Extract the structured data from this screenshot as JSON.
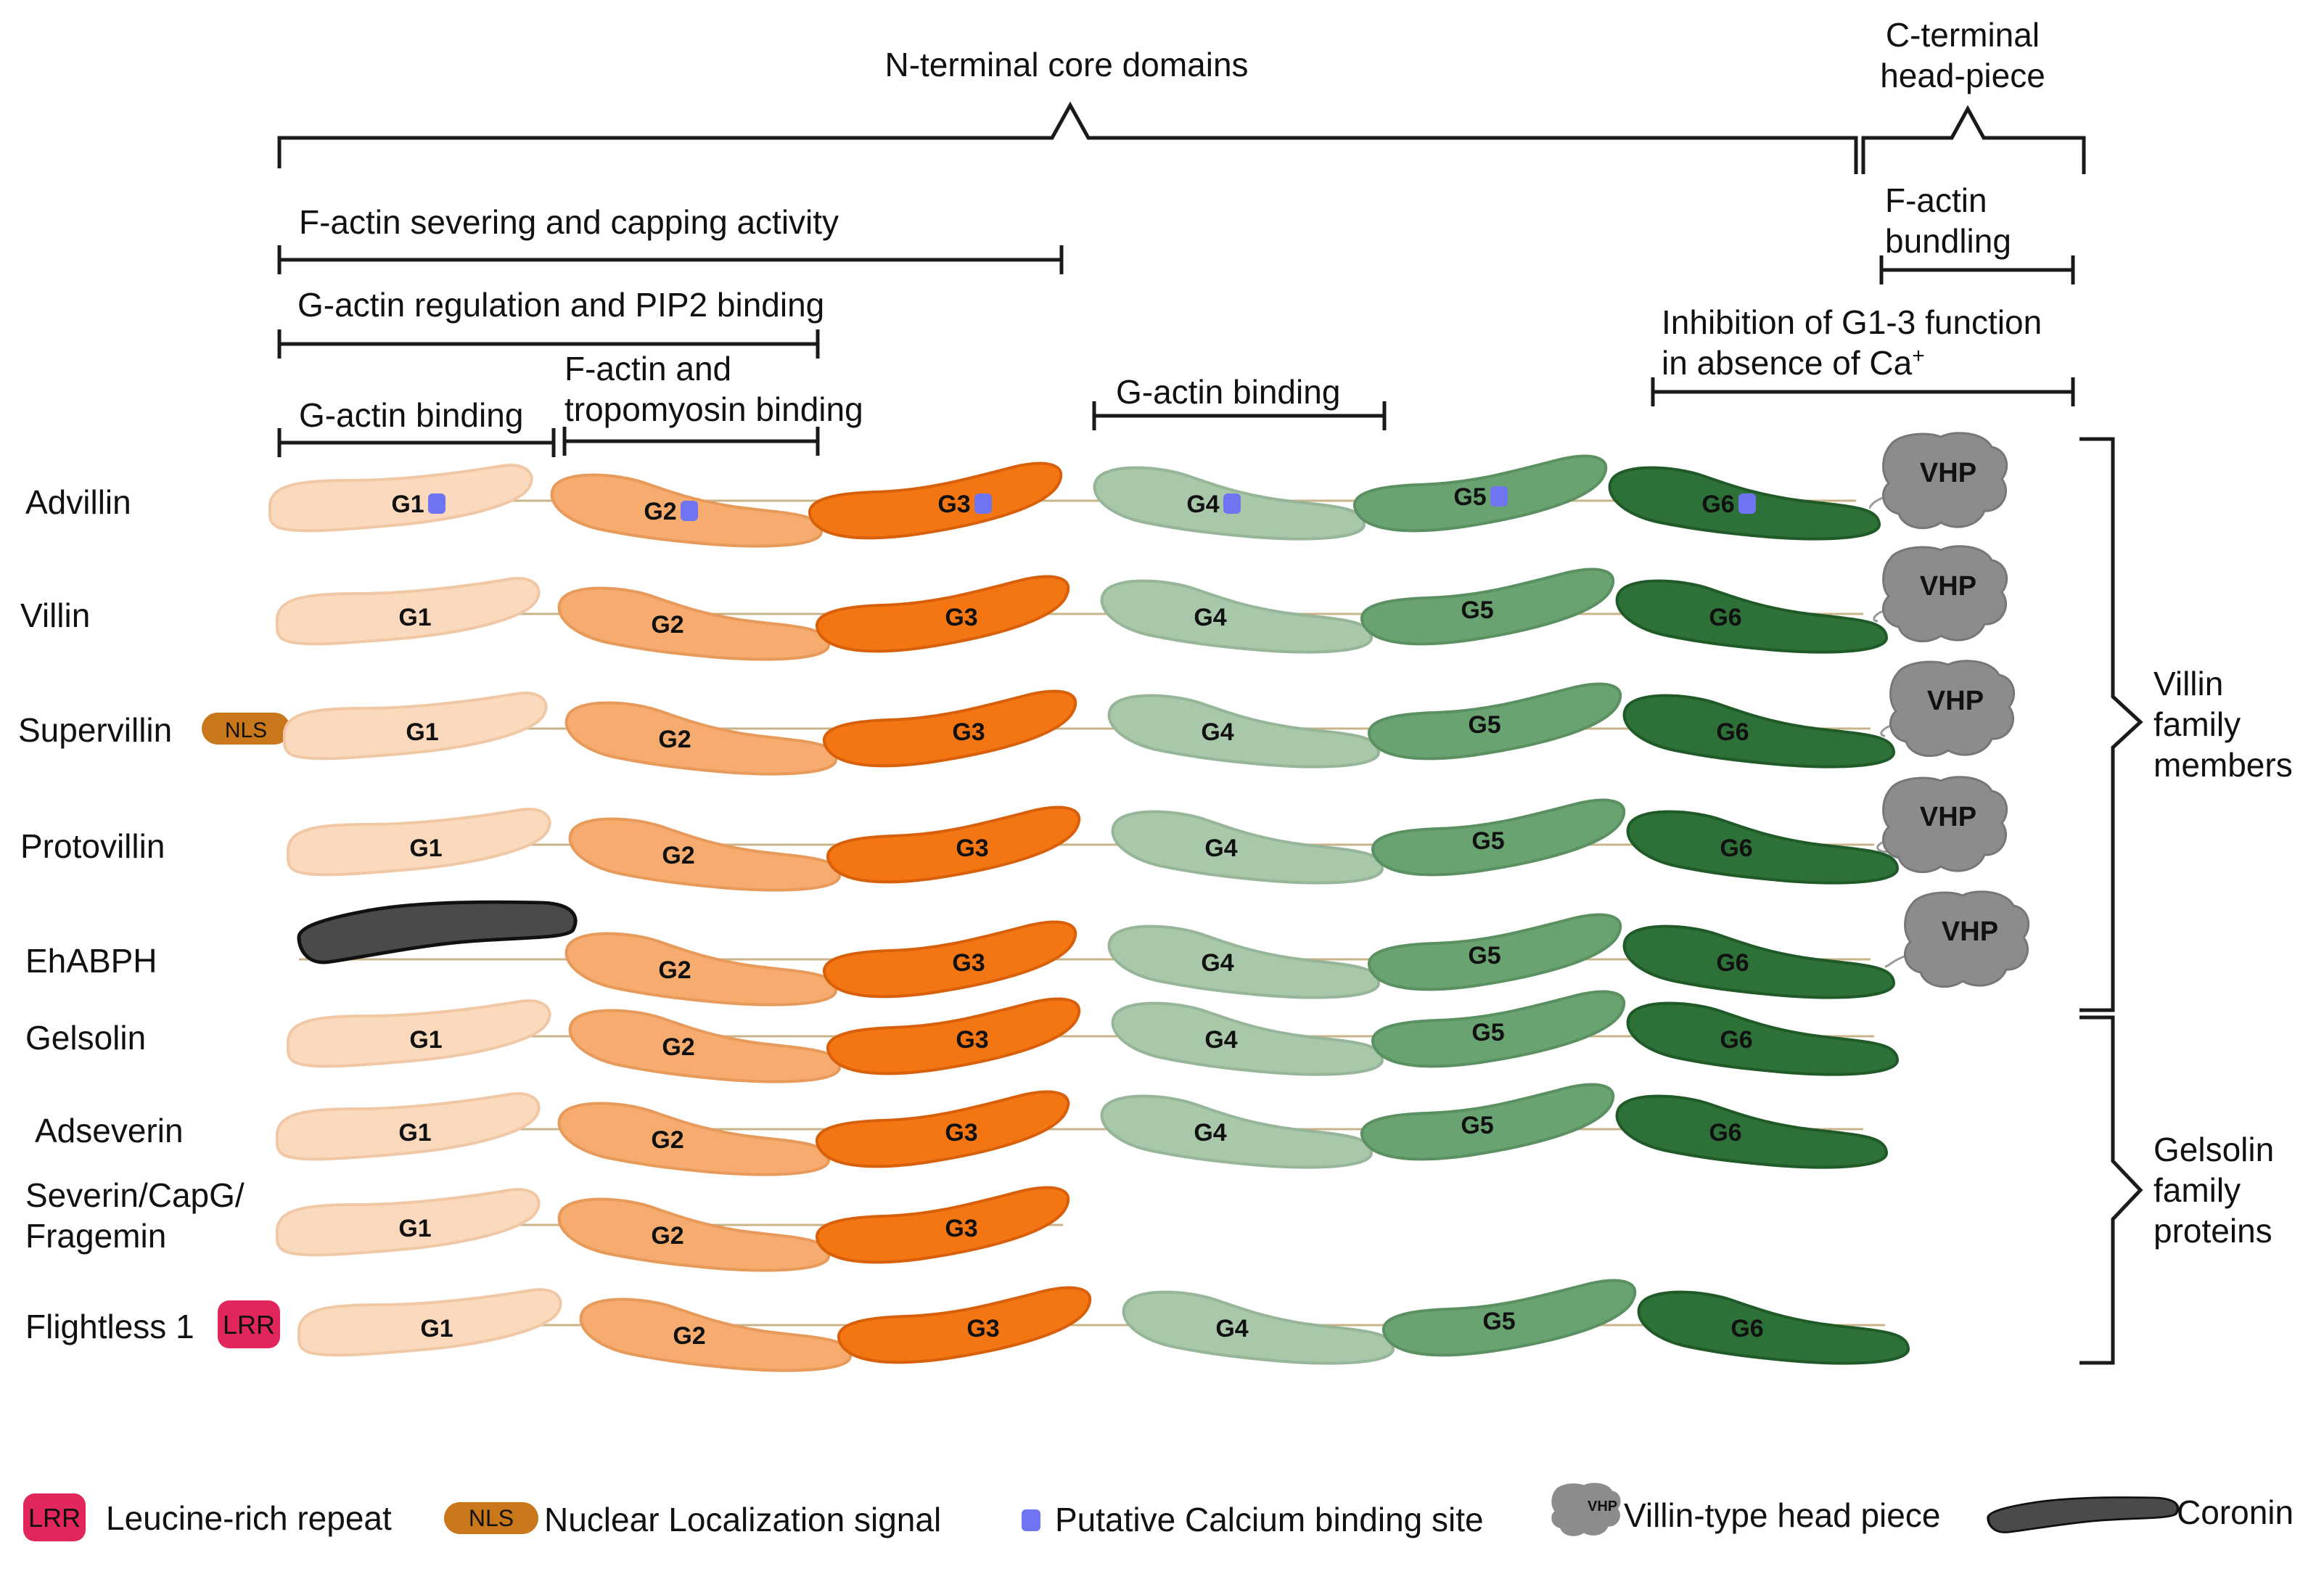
{
  "top_brackets": {
    "n_terminal": "N-terminal core domains",
    "c_terminal": [
      "C-terminal",
      "head-piece"
    ],
    "f_actin_bundling": [
      "F-actin",
      "bundling"
    ],
    "severing": "F-actin severing and capping activity",
    "g_actin_pip2": "G-actin regulation and PIP2 binding",
    "f_actin_tropomyosin": [
      "F-actin and",
      "tropomyosin binding"
    ],
    "g_actin_binding_1": "G-actin binding",
    "g_actin_binding_2": "G-actin binding",
    "inhibition": [
      "Inhibition of G1-3 function",
      "in absence of Ca"
    ],
    "inhibition_sup": "+"
  },
  "domains": {
    "g1": "G1",
    "g2": "G2",
    "g3": "G3",
    "g4": "G4",
    "g5": "G5",
    "g6": "G6",
    "vhp": "VHP",
    "nls": "NLS",
    "lrr": "LRR"
  },
  "rows": [
    {
      "label": "Advillin",
      "domains": [
        "G1",
        "G2",
        "G3",
        "G4",
        "G5",
        "G6"
      ],
      "vhp": true,
      "calcium": true
    },
    {
      "label": "Villin",
      "domains": [
        "G1",
        "G2",
        "G3",
        "G4",
        "G5",
        "G6"
      ],
      "vhp": true
    },
    {
      "label": "Supervillin",
      "domains": [
        "G1",
        "G2",
        "G3",
        "G4",
        "G5",
        "G6"
      ],
      "vhp": true,
      "prefix": "NLS"
    },
    {
      "label": "Protovillin",
      "domains": [
        "G1",
        "G2",
        "G3",
        "G4",
        "G5",
        "G6"
      ],
      "vhp": true
    },
    {
      "label": "EhABPH",
      "domains": [
        "Coronin",
        "G2",
        "G3",
        "G4",
        "G5",
        "G6"
      ],
      "vhp": true
    },
    {
      "label": "Gelsolin",
      "domains": [
        "G1",
        "G2",
        "G3",
        "G4",
        "G5",
        "G6"
      ]
    },
    {
      "label": "Adseverin",
      "domains": [
        "G1",
        "G2",
        "G3",
        "G4",
        "G5",
        "G6"
      ]
    },
    {
      "label": [
        "Severin/CapG/",
        "Fragemin"
      ],
      "domains": [
        "G1",
        "G2",
        "G3"
      ]
    },
    {
      "label": "Flightless 1",
      "domains": [
        "G1",
        "G2",
        "G3",
        "G4",
        "G5",
        "G6"
      ],
      "prefix": "LRR"
    }
  ],
  "groups": {
    "villin": [
      "Villin",
      "family",
      "members"
    ],
    "gelsolin": [
      "Gelsolin",
      "family",
      "proteins"
    ]
  },
  "legend": {
    "lrr": "Leucine-rich repeat",
    "nls": "Nuclear Localization signal",
    "calcium": "Putative Calcium binding site",
    "vhp": "Villin-type head piece",
    "vhp_icon_text": "VHP",
    "coronin": "Coronin"
  },
  "colors": {
    "g1": "#fbd9bd",
    "g2": "#f6ac6e",
    "g3": "#f47613",
    "g4": "#a9c8aa",
    "g5": "#6aa372",
    "g6": "#2e7138",
    "vhp": "#8c8c8c",
    "coronin": "#4a4a4a",
    "nls": "#c8781a",
    "lrr": "#e0265a",
    "calcium": "#6f75f0"
  }
}
